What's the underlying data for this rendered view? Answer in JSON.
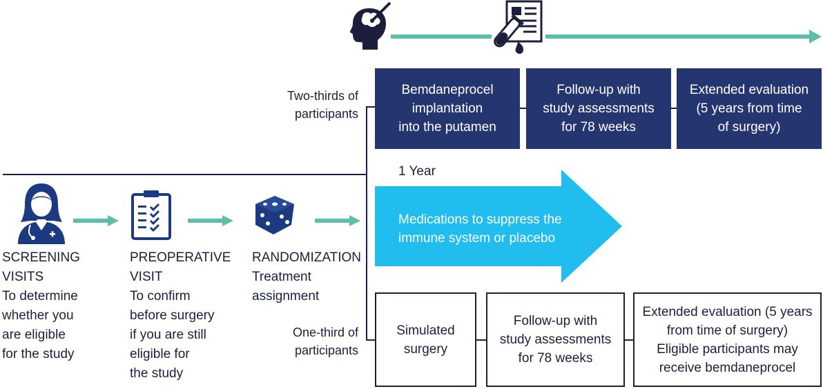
{
  "top_boxes": [
    {
      "lines": [
        "Bemdaneprocel",
        "implantation",
        "into the putamen"
      ]
    },
    {
      "lines": [
        "Follow-up with",
        "study assessments",
        "for 78 weeks"
      ]
    },
    {
      "lines": [
        "Extended evaluation",
        "(5 years from time",
        "of surgery)"
      ]
    }
  ],
  "bottom_boxes": [
    {
      "lines": [
        "Simulated",
        "surgery"
      ]
    },
    {
      "lines": [
        "Follow-up with",
        "study assessments",
        "for 78 weeks"
      ]
    },
    {
      "lines": [
        "Extended evaluation (5 years",
        "from time of surgery)",
        "Eligible participants may",
        "receive bemdaneprocel"
      ]
    }
  ],
  "two_thirds_label": [
    "Two-thirds of",
    "participants"
  ],
  "one_third_label": [
    "One-third of",
    "participants"
  ],
  "year_label": "1 Year",
  "medication_arrow": [
    "Medications to suppress the",
    "immune system or placebo"
  ],
  "steps": [
    {
      "lines": [
        "SCREENING",
        "VISITS",
        "To determine",
        "whether you",
        "are eligible",
        "for the study"
      ],
      "icon": "doctor-icon"
    },
    {
      "lines": [
        "PREOPERATIVE",
        "VISIT",
        "To confirm",
        "before surgery",
        "if you are still",
        "eligible for",
        "the study"
      ],
      "icon": "clipboard-checklist-icon"
    },
    {
      "lines": [
        "RANDOMIZATION",
        "Treatment",
        "assignment"
      ],
      "icon": "dice-icon"
    }
  ],
  "top_icons": [
    "brain-head-icon",
    "lab-report-icon"
  ],
  "colors": {
    "navy": "#253570",
    "teal": "#5dbfa9",
    "cyan": "#20bdee",
    "dark": "#1b1f3b"
  }
}
